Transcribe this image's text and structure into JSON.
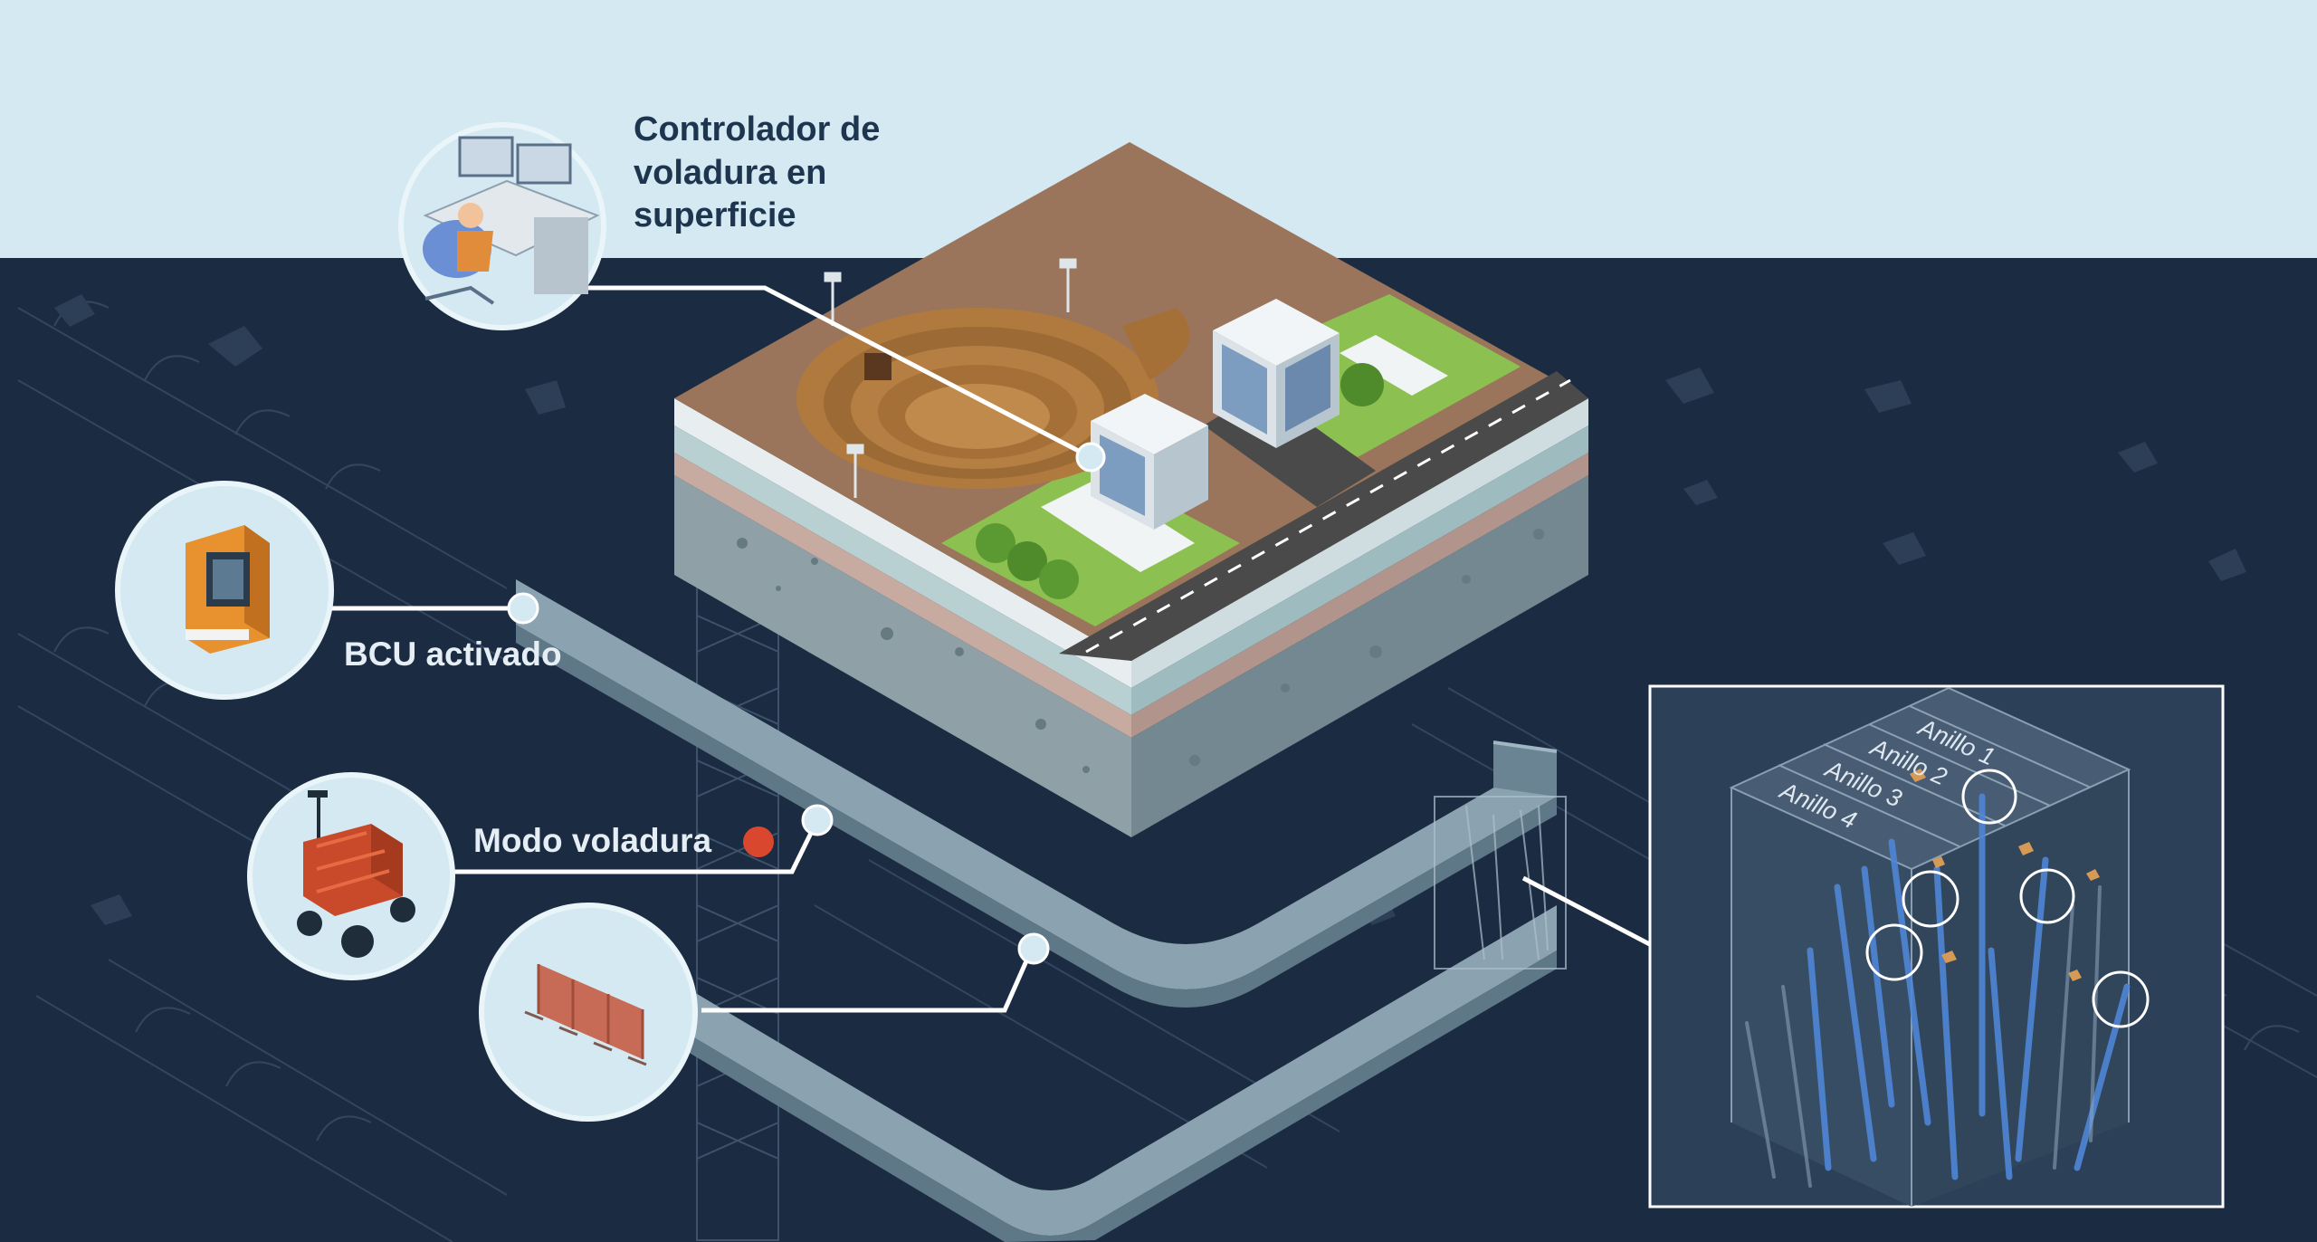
{
  "labels": {
    "surface_controller": "Controlador de voladura en superficie",
    "bcu": "BCU activado",
    "blast_mode": "Modo voladura"
  },
  "rings": [
    "Anillo 1",
    "Anillo 2",
    "Anillo 3",
    "Anillo 4"
  ],
  "colors": {
    "sky": "#d4e9f2",
    "underground": "#1b2c42",
    "tunnel": "#7f98a6",
    "callout_circle": "#d4e9f2",
    "blast_indicator": "#d9472f",
    "soil": "#9a745b",
    "grass": "#8cc152",
    "road": "#4a4a4a"
  },
  "icons": [
    "control-desk-icon",
    "bcu-device-icon",
    "blast-cart-icon",
    "barrier-fence-icon"
  ]
}
